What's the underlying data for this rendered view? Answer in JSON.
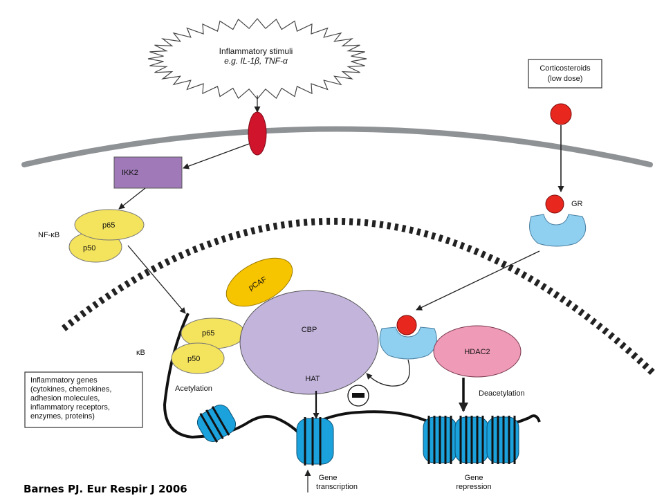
{
  "stimuli": {
    "line1": "Inflammatory stimuli",
    "line2": "e.g. IL-1β, TNF-α"
  },
  "corticosteroids": {
    "line1": "Corticosteroids",
    "line2": "(low dose)"
  },
  "ikk2": "IKK2",
  "nfkb": "NF-κB",
  "p65": "p65",
  "p50": "p50",
  "gr": "GR",
  "pcaf": "pCAF",
  "cbp": "CBP",
  "hat": "HAT",
  "hdac2": "HDAC2",
  "kb": "κB",
  "acetylation": "Acetylation",
  "deacetylation": "Deacetylation",
  "genes_box": {
    "lines": [
      "Inflammatory genes",
      "(cytokines, chemokines,",
      "adhesion molecules,",
      "inflammatory receptors,",
      "enzymes, proteins)"
    ]
  },
  "gene_transcription": {
    "line1": "Gene",
    "line2": "transcription"
  },
  "gene_repression": {
    "line1": "Gene",
    "line2": "repression"
  },
  "citation": "Barnes PJ. Eur Respir J 2006",
  "colors": {
    "membrane": "#8f9295",
    "receptor": "#d0142c",
    "ikk2": "#a07ab8",
    "nfkb": "#f4e35c",
    "gr": "#8fcff0",
    "steroid": "#e8281e",
    "pcaf": "#f7c400",
    "cbp": "#c3b4dc",
    "hdac2": "#ef9ab6",
    "nucleosome": "#1ba2dd"
  }
}
